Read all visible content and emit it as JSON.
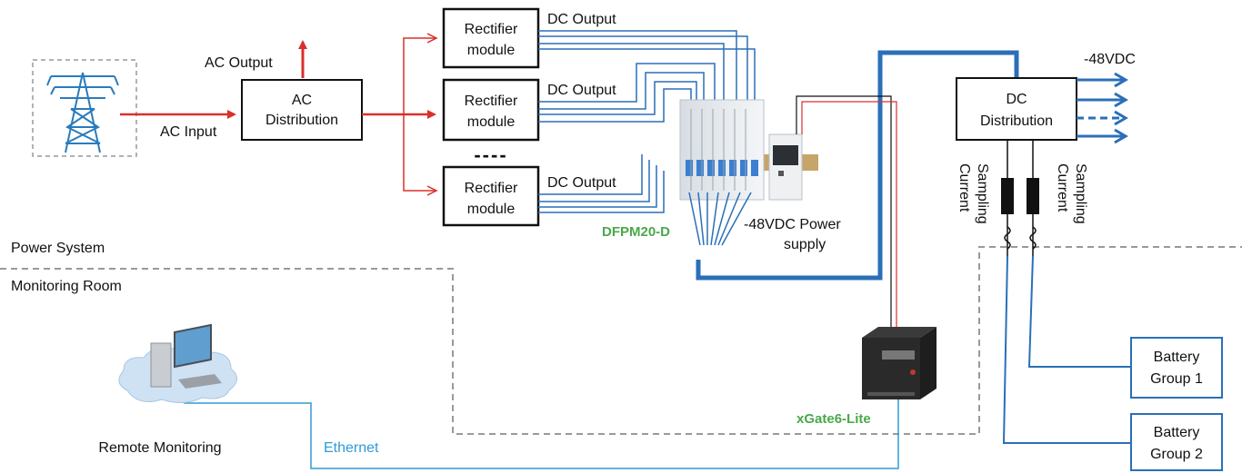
{
  "labels": {
    "ac_output": "AC Output",
    "ac_input": "AC Input",
    "ac_distribution_line1": "AC",
    "ac_distribution_line2": "Distribution",
    "rectifier_line1": "Rectifier",
    "rectifier_line2": "module",
    "dc_output": "DC Output",
    "ellipsis": "----",
    "dfpm": "DFPM20-D",
    "power_supply_line1": "-48VDC Power",
    "power_supply_line2": "supply",
    "dc_distribution_line1": "DC",
    "dc_distribution_line2": "Distribution",
    "minus48vdc": "-48VDC",
    "current_sampling_line1": "Current",
    "current_sampling_line2": "Sampling",
    "power_system": "Power System",
    "monitoring_room": "Monitoring Room",
    "xgate": "xGate6-Lite",
    "remote_monitoring": "Remote Monitoring",
    "ethernet": "Ethernet",
    "battery1_line1": "Battery",
    "battery1_line2": "Group 1",
    "battery2_line1": "Battery",
    "battery2_line2": "Group 2"
  },
  "colors": {
    "ac_red": "#d9302c",
    "dc_blue": "#2a6fb8",
    "ethernet_blue": "#2e9bd6",
    "label_green": "#4aa84a",
    "boundary_gray": "#999999"
  },
  "icons": {
    "tower": "transmission-tower-icon",
    "dfpm": "dfpm-meter-device-icon",
    "gateway": "gateway-device-icon",
    "computer": "computer-monitor-icon",
    "sensor": "current-sensor-icon"
  }
}
